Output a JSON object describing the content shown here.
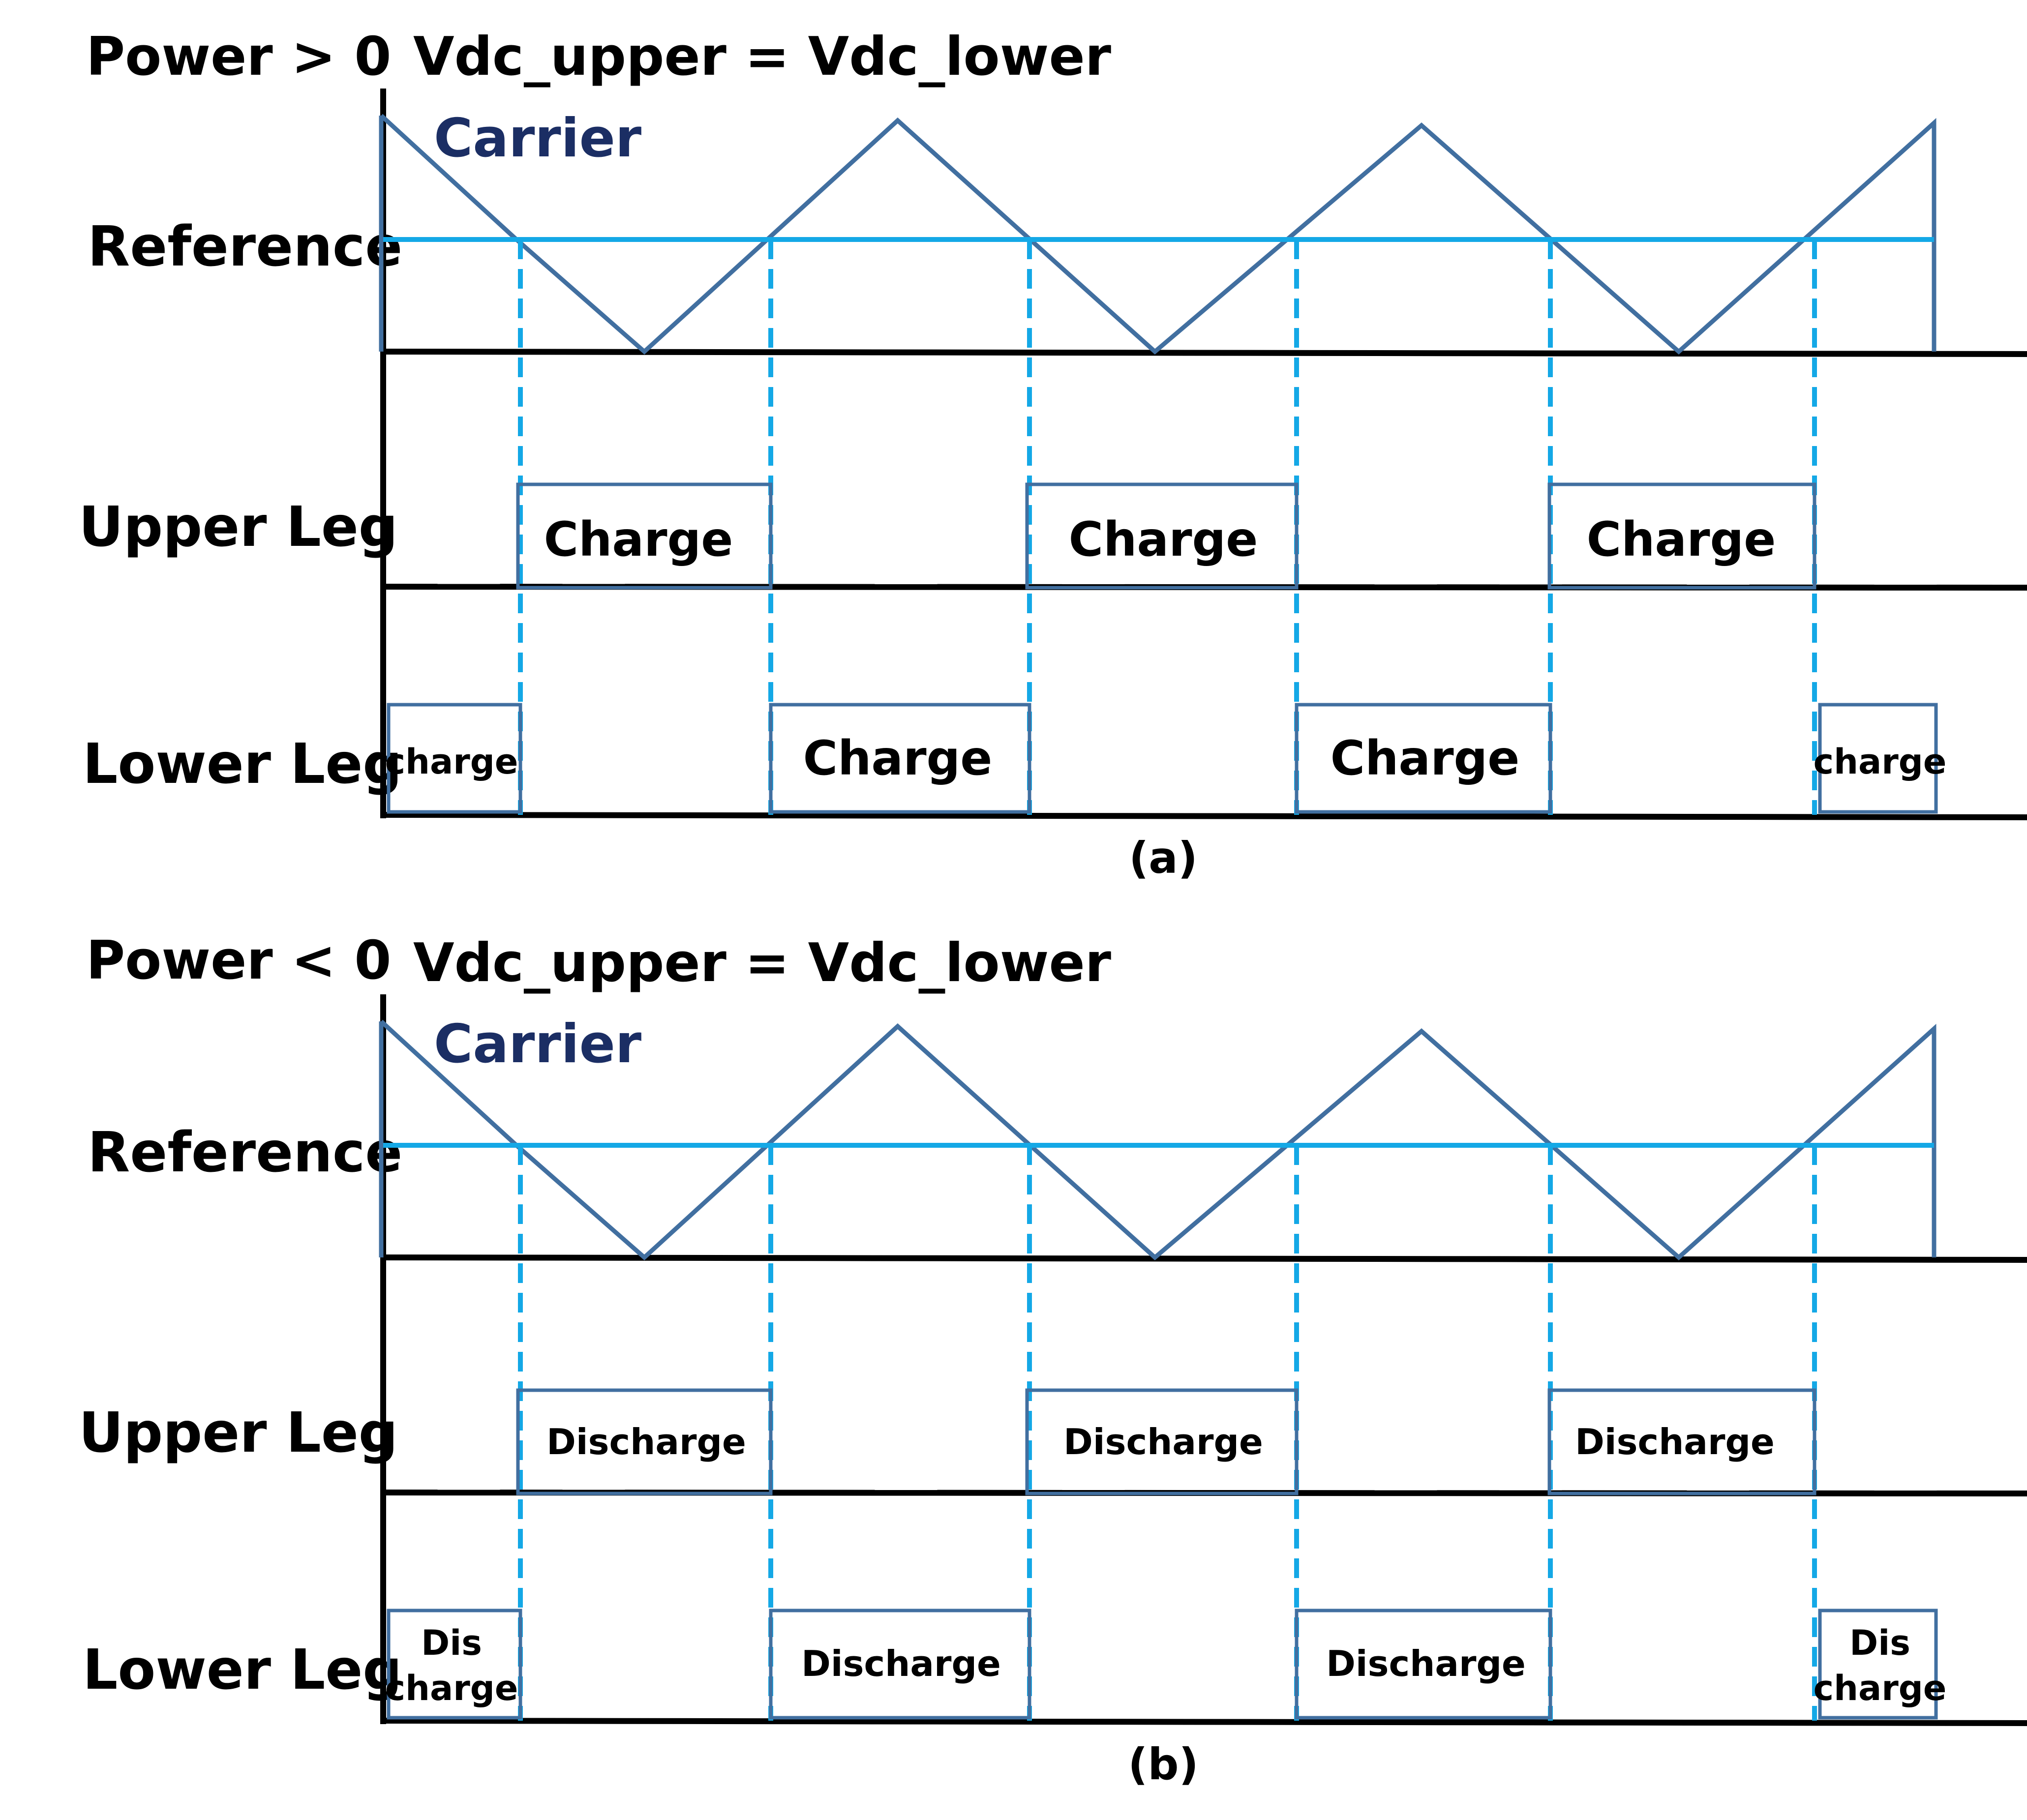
{
  "colors": {
    "carrier": "#416fa0",
    "reference": "#14a8e6",
    "guide": "#14a8e6",
    "axis": "#000000",
    "pulse_border": "#416fa0",
    "carrier_label": "#1b2e64",
    "text": "#000000"
  },
  "panels": [
    {
      "title_left": "Power > 0",
      "title_right": "Vdc_upper = Vdc_lower",
      "carrier_label": "Carrier",
      "row_reference": "Reference",
      "row_upper": "Upper Leg",
      "row_lower": "Lower Leg",
      "upper_pulses": [
        "Charge",
        "Charge",
        "Charge"
      ],
      "lower_pulses": [
        "charge",
        "Charge",
        "Charge",
        "charge"
      ],
      "caption": "(a)"
    },
    {
      "title_left": "Power < 0",
      "title_right": "Vdc_upper = Vdc_lower",
      "carrier_label": "Carrier",
      "row_reference": "Reference",
      "row_upper": "Upper Leg",
      "row_lower": "Lower Leg",
      "upper_pulses": [
        "Discharge",
        "Discharge",
        "Discharge"
      ],
      "lower_pulses": [
        "Dis\ncharge",
        "Discharge",
        "Discharge",
        "Dis\ncharge"
      ],
      "caption": "(b)"
    }
  ]
}
